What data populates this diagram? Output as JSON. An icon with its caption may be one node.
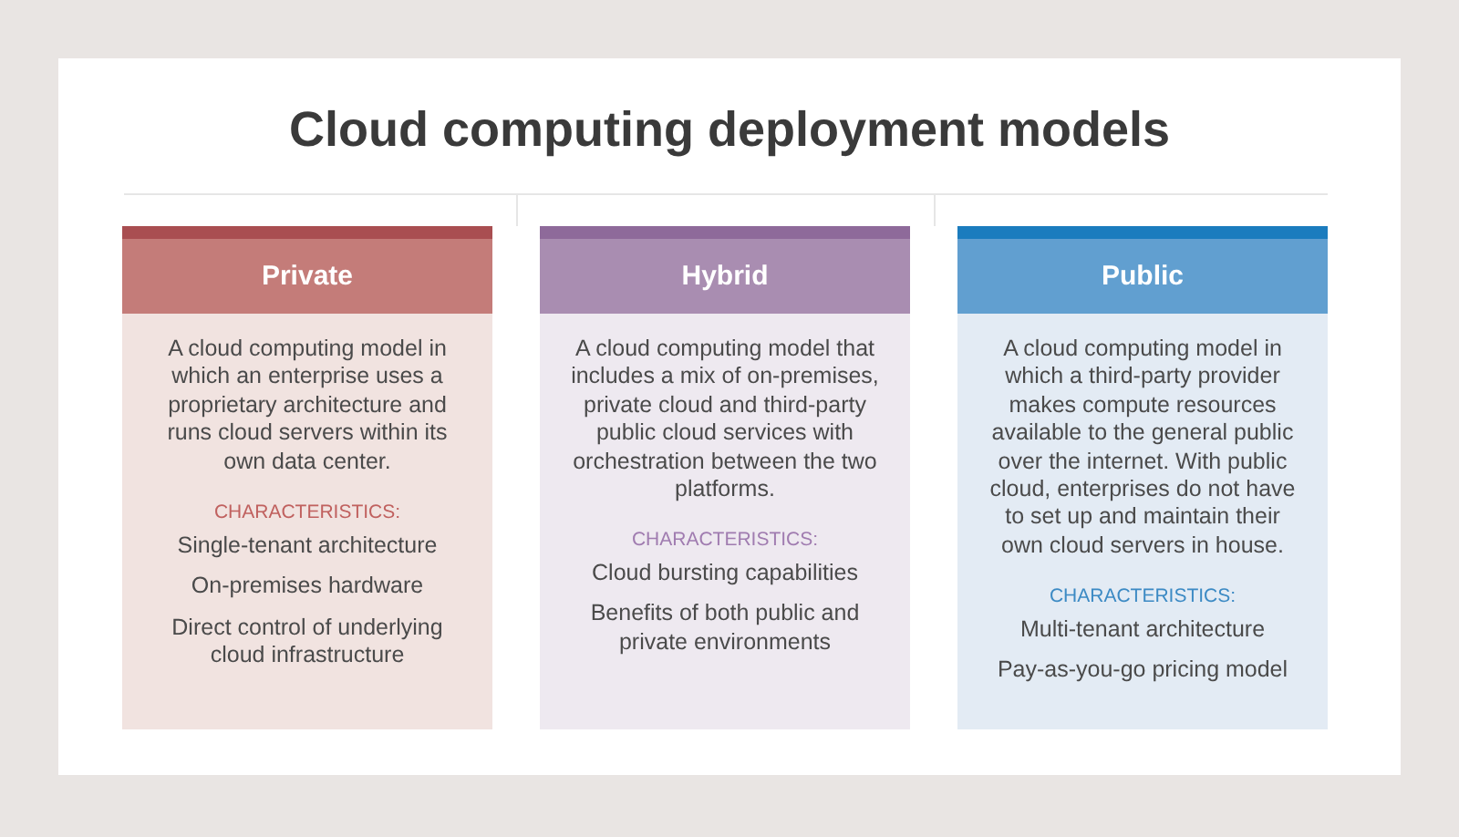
{
  "diagram": {
    "title": "Cloud computing deployment models",
    "nodes": [
      {
        "text": [
          "Private",
          "A cloud computing model in which an enterprise uses a proprietary architecture and runs cloud servers within its own data center.",
          "CHARACTERISTICS:",
          "Single-tenant architecture",
          "On-premises hardware",
          "Direct control of underlying cloud infrastructure"
        ]
      },
      {
        "text": [
          "Hybrid",
          "A cloud computing model that includes a mix of on-premises, private cloud and third-party public cloud services with orchestration between the two platforms.",
          "CHARACTERISTICS:",
          "Cloud bursting capabilities",
          "Benefits of both public and private environments"
        ]
      },
      {
        "text": [
          "Public",
          "A cloud computing model in which a third-party provider makes compute resources available to the general public over the internet. With public cloud, enterprises do not have to set up and maintain their own cloud servers in house.",
          "CHARACTERISTICS:",
          "Multi-tenant architecture",
          "Pay-as-you-go pricing model"
        ]
      }
    ]
  }
}
